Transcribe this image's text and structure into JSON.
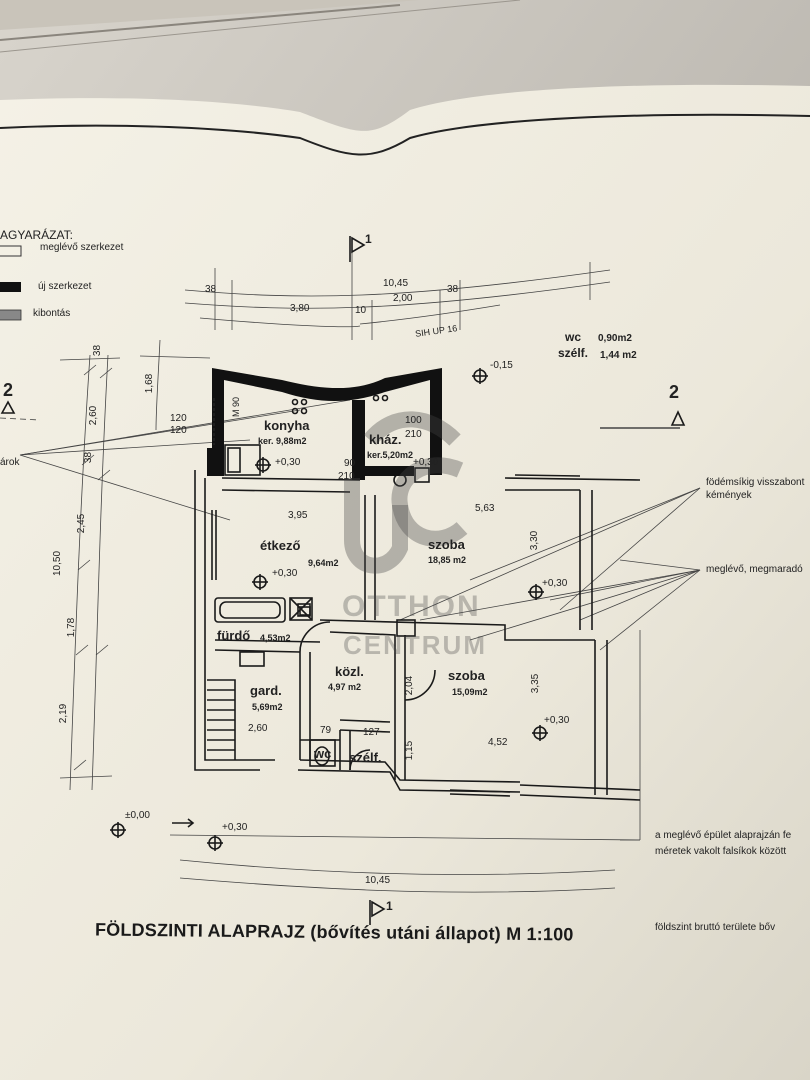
{
  "legend": {
    "heading": "AGYARÁZAT:",
    "existing": "meglévő szerkezet",
    "new": "új szerkezet",
    "demolition": "kibontás"
  },
  "rooms": {
    "kitchen": {
      "name": "konyha",
      "area": "ker. 9,88m2"
    },
    "pantry": {
      "name": "kház.",
      "area": "ker.5,20m2"
    },
    "dining": {
      "name": "étkező",
      "area": "9,64m2"
    },
    "room1": {
      "name": "szoba",
      "area": "18,85 m2"
    },
    "bath": {
      "name": "fürdő",
      "area": "4,53m2"
    },
    "hall": {
      "name": "közl.",
      "area": "4,97 m2"
    },
    "room2": {
      "name": "szoba",
      "area": "15,09m2"
    },
    "wardrobe": {
      "name": "gard.",
      "area": "5,69m2"
    },
    "wc": {
      "name": "wc"
    },
    "vent": {
      "name": "szélf."
    }
  },
  "wc_info": {
    "wc": "wc",
    "wc_area": "0,90m2",
    "vent": "szélf.",
    "vent_area": "1,44 m2"
  },
  "stair": "SIH UP 16",
  "dims": {
    "top_total": "10,45",
    "top_a": "38",
    "top_b": "3,80",
    "top_c": "10",
    "top_d": "2,00",
    "top_e": "38",
    "left_total": "10,50",
    "left_a": "38",
    "left_b": "2,60",
    "left_c": "38",
    "left_d": "2,45",
    "left_e": "1,78",
    "left_f": "2,19",
    "left_g": "1,68",
    "m90": "M 90",
    "d120a": "120",
    "d120b": "120",
    "d100": "100",
    "d210a": "210",
    "d210b": "210",
    "d90": "90",
    "d395": "3,95",
    "d563": "5,63",
    "d330": "3,30",
    "d335": "3,35",
    "d204": "2,04",
    "d115": "1,15",
    "d452": "4,52",
    "d260": "2,60",
    "d79": "79",
    "d127": "127",
    "bottom_total": "10,45"
  },
  "levels": {
    "kitchen": "+0,30",
    "dining": "+0,30",
    "pantry": "+0,30",
    "room1": "+0,30",
    "room2": "+0,30",
    "ext_top": "-0,15",
    "ground": "±0,00",
    "entry": "+0,30"
  },
  "sections": {
    "left": "2",
    "right": "2",
    "top": "1",
    "bottom": "1"
  },
  "annotations": {
    "chimneys_1": "födémsíkig visszabont",
    "chimneys_2": "kémények",
    "existing_remaining": "meglévő, megmaradó",
    "rak": "árok",
    "note_1": "a meglévő épület alaprajzán fe",
    "note_2": "méretek vakolt falsíkok között",
    "gross_area": "földszint bruttó területe  bőv"
  },
  "watermark": {
    "line1": "OTTHON",
    "line2": "CENTRUM"
  },
  "title": "FÖLDSZINTI ALAPRAJZ (bővítés utáni állapot)  M 1:100"
}
